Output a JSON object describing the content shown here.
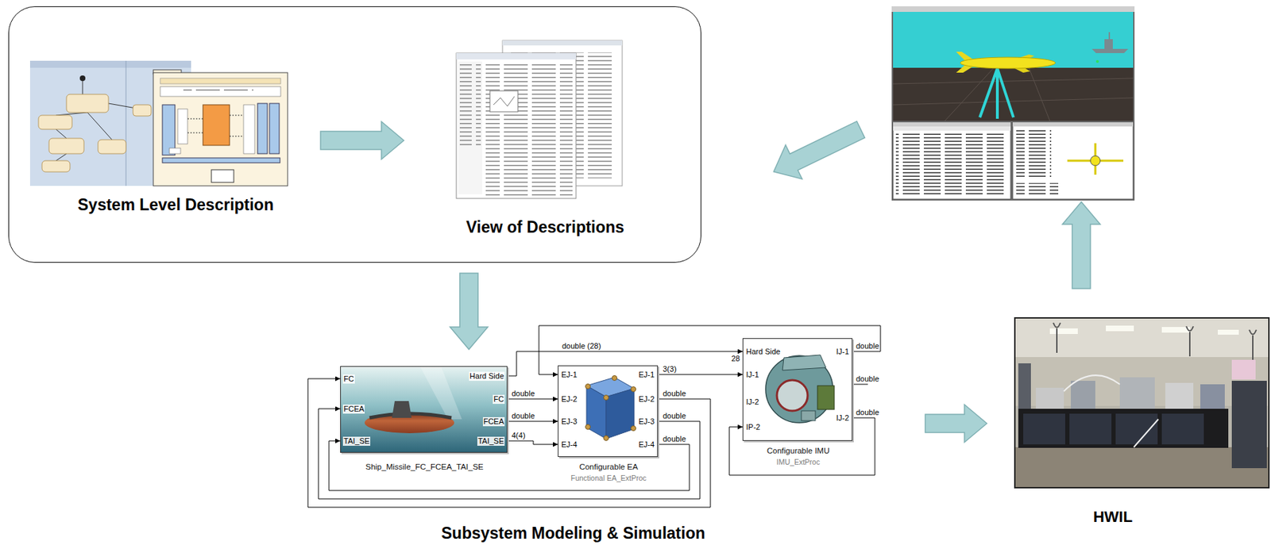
{
  "diagram": {
    "nodes": [
      {
        "text": []
      },
      {
        "text": [
          "System Level Description"
        ],
        "in": 0
      },
      {
        "text": [
          "View of Descriptions"
        ],
        "in": 0
      },
      {
        "text": []
      },
      {
        "text": [
          "Subsystem Modeling & Simulation"
        ]
      },
      {
        "text": [
          "FC",
          "FCEA",
          "TAI_SE",
          "Hard Side",
          "FC",
          "FCEA",
          "TAI_SE",
          "Ship_Missile_FC_FCEA_TAI_SE"
        ],
        "in": 4
      },
      {
        "text": [
          "EJ-1",
          "EJ-2",
          "EJ-3",
          "EJ-4",
          "EJ-1",
          "EJ-2",
          "EJ-3",
          "EJ-4",
          "Configurable EA",
          "Functional EA_ExtProc"
        ],
        "in": 4
      },
      {
        "text": [
          "Hard Side",
          "IJ-1",
          "IJ-2",
          "IP-2",
          "IJ-1",
          "IJ-2",
          "Configurable IMU",
          "IMU_ExtProc"
        ],
        "in": 4
      },
      {
        "text": [
          "HWIL"
        ]
      }
    ],
    "edges": [
      {
        "from": 1,
        "to": 2,
        "arrow": "to"
      },
      {
        "from": 0,
        "to": 4,
        "arrow": "to"
      },
      {
        "from": 4,
        "to": 8,
        "arrow": "to"
      },
      {
        "from": 8,
        "to": 3,
        "arrow": "to"
      },
      {
        "from": 3,
        "to": 0,
        "arrow": "to"
      },
      {
        "from": 5,
        "to": 7,
        "label": "double (28)",
        "arrow": "to"
      },
      {
        "from": 5,
        "to": 6,
        "label": "double",
        "arrow": "to"
      },
      {
        "from": 5,
        "to": 6,
        "label": "double",
        "arrow": "to"
      },
      {
        "from": 5,
        "to": 6,
        "label": "4(4)",
        "arrow": "to"
      },
      {
        "from": 6,
        "to": 7,
        "label": "3(3)",
        "arrow": "to"
      },
      {
        "from": 7,
        "to": 6,
        "label": "double",
        "arrow": "to"
      },
      {
        "from": 6,
        "to": 5,
        "label": "double",
        "arrow": "to"
      },
      {
        "from": 6,
        "to": 5,
        "label": "double",
        "arrow": "to"
      },
      {
        "from": 6,
        "to": 5,
        "label": "double",
        "arrow": "to"
      },
      {
        "from": 7,
        "to": 7,
        "label": "double",
        "arrow": "to"
      }
    ],
    "labels": [
      "28",
      "double"
    ]
  }
}
